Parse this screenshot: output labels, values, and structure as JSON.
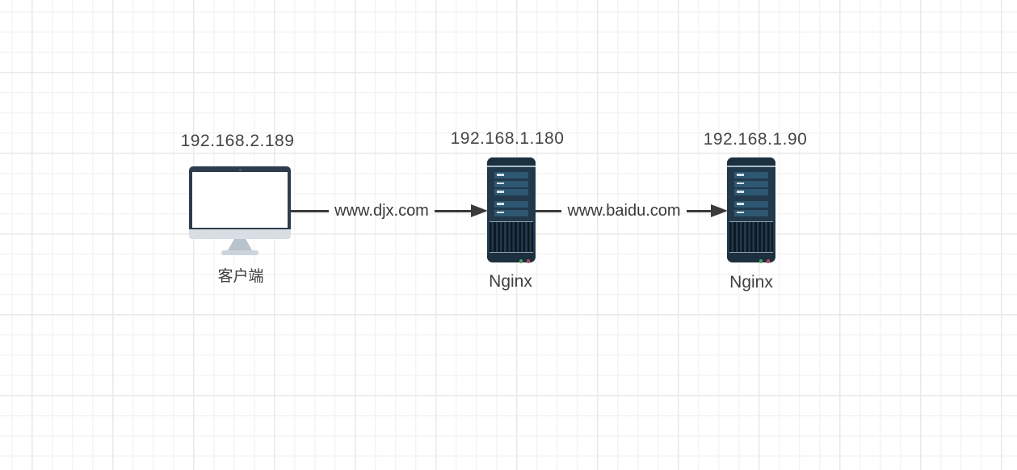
{
  "canvas": {
    "background_color": "#ffffff",
    "grid_minor_color": "#f4f4f4",
    "grid_major_color": "#e9e9e9"
  },
  "nodes": [
    {
      "id": "client",
      "type": "monitor",
      "icon": "monitor-icon",
      "ip": "192.168.2.189",
      "label": "客户端"
    },
    {
      "id": "nginx1",
      "type": "server",
      "icon": "server-icon",
      "ip": "192.168.1.180",
      "label": "Nginx"
    },
    {
      "id": "nginx2",
      "type": "server",
      "icon": "server-icon",
      "ip": "192.168.1.90",
      "label": "Nginx"
    }
  ],
  "edges": [
    {
      "from": "client",
      "to": "nginx1",
      "label": "www.djx.com"
    },
    {
      "from": "nginx1",
      "to": "nginx2",
      "label": "www.baidu.com"
    }
  ],
  "colors": {
    "edge_line": "#3a3a3a",
    "server_body": "#22394b",
    "server_cap": "#1d3040",
    "server_bar": "#2e5772",
    "led_green": "#4f9c5e",
    "led_red": "#b54a5c",
    "monitor_bezel": "#2d3c4e",
    "monitor_stand": "#b9c3cc"
  }
}
